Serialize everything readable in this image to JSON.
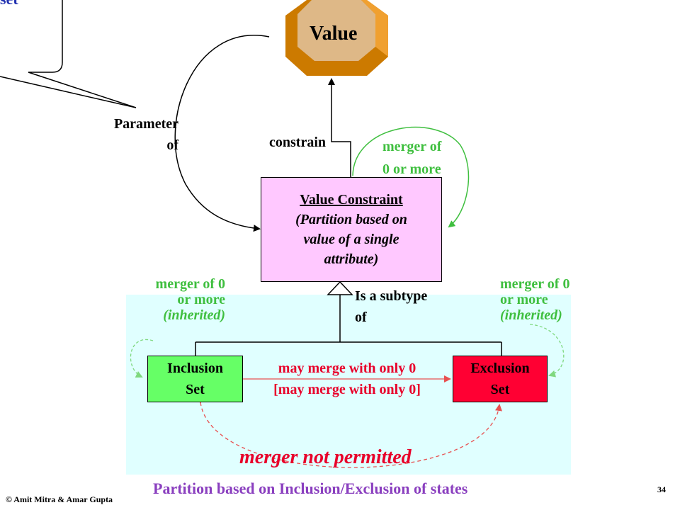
{
  "partial_callout_text": "set",
  "value_node": {
    "label": "Value"
  },
  "edges": {
    "parameter_of": [
      "Parameter",
      "of"
    ],
    "constrain": "constrain",
    "self_merger": [
      "merger of",
      "0 or more"
    ],
    "is_subtype_of": [
      "Is a subtype",
      "of"
    ],
    "inclusion_self_merger": [
      "merger of 0",
      "or more",
      "(inherited)"
    ],
    "exclusion_self_merger": [
      "merger of 0",
      "or more",
      "(inherited)"
    ],
    "merge_with_only": [
      "may merge with only 0",
      "[may merge with only 0]"
    ],
    "merger_not_permitted": "merger not permitted"
  },
  "value_constraint_node": {
    "title": "Value Constraint",
    "subtitle": [
      "(Partition based on",
      "value of a single",
      "attribute)"
    ]
  },
  "inclusion_set_node": {
    "label": [
      "Inclusion",
      "Set"
    ]
  },
  "exclusion_set_node": {
    "label": [
      "Exclusion",
      "Set"
    ]
  },
  "partition_caption": "Partition based on Inclusion/Exclusion of states",
  "footer": {
    "copyright": "© Amit Mitra & Amar Gupta",
    "page_number": "34"
  },
  "colors": {
    "green_text": "#3fbf3f",
    "red_text": "#e8002a",
    "value_constraint_fill": "#ffc8ff",
    "inclusion_fill": "#66ff66",
    "exclusion_fill": "#ff0033",
    "partition_bg": "#e0ffff",
    "caption_text": "#8a3fbf",
    "callout_text": "#1f2fb0",
    "octagon_fill": "#deb887",
    "octagon_edge": "#cc7a00"
  }
}
